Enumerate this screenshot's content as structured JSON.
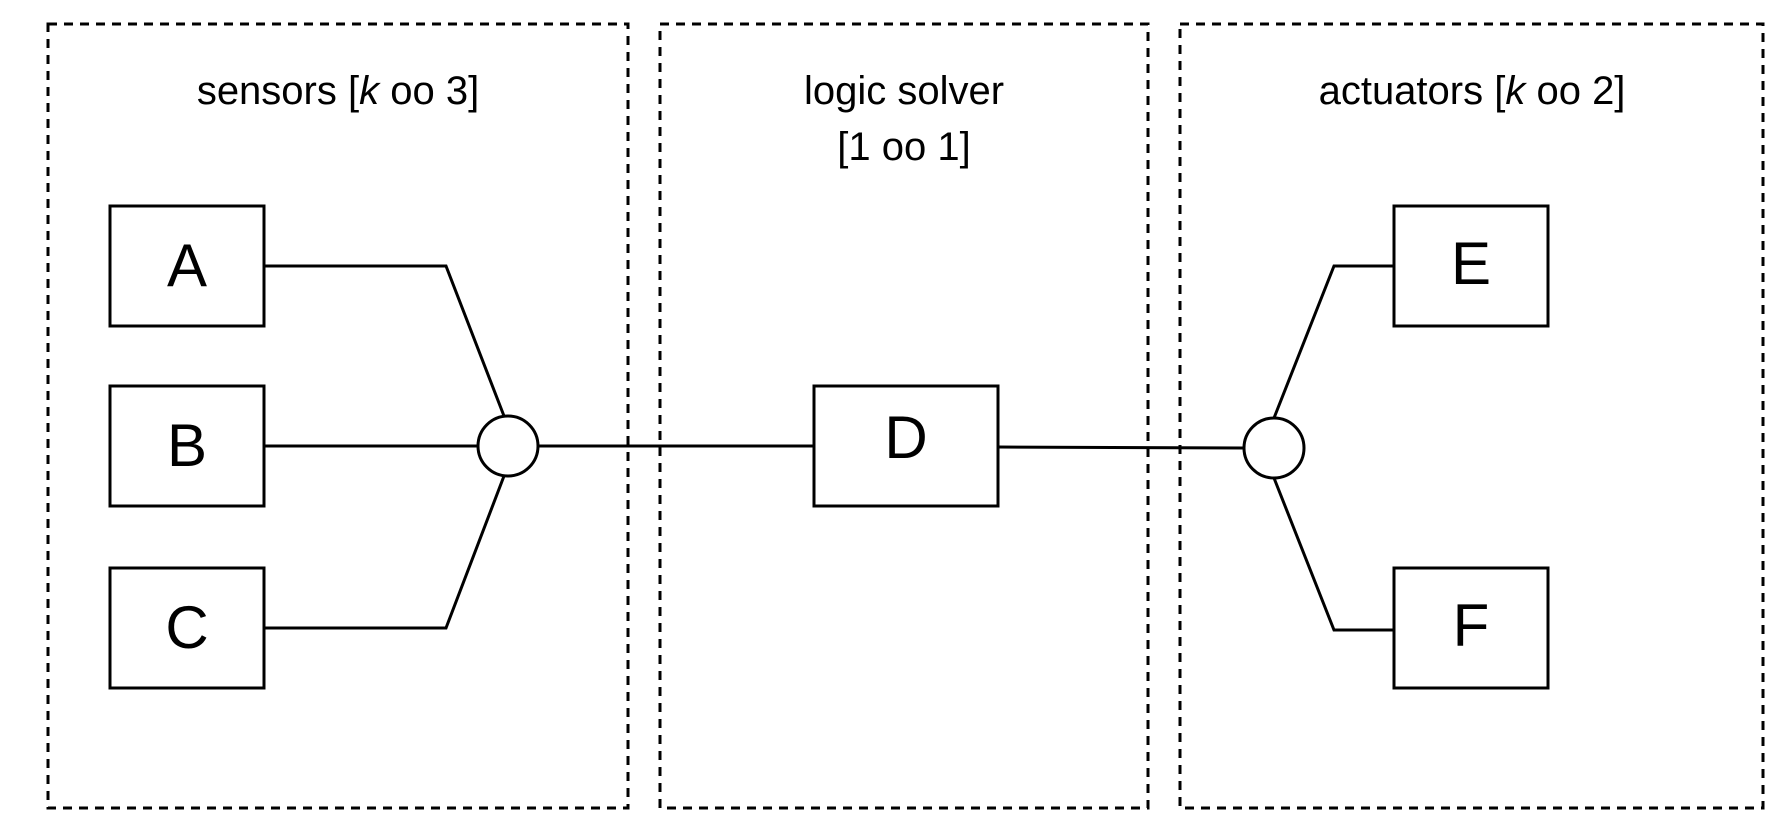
{
  "groups": {
    "sensors": {
      "title_prefix": "sensors [",
      "title_k": "k",
      "title_suffix": " oo 3]"
    },
    "logic_solver": {
      "title_line1": "logic solver",
      "title_line2": "[1 oo 1]"
    },
    "actuators": {
      "title_prefix": "actuators [",
      "title_k": "k",
      "title_suffix": " oo 2]"
    }
  },
  "components": {
    "A": "A",
    "B": "B",
    "C": "C",
    "D": "D",
    "E": "E",
    "F": "F"
  }
}
